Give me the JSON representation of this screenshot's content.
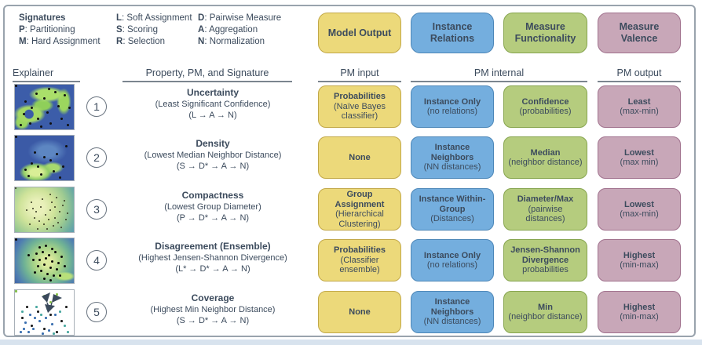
{
  "colors": {
    "model_output": "#ecd97a",
    "instance_relations": "#74aede",
    "measure_functionality": "#b5cc7e",
    "measure_valence": "#c8a7b8",
    "text": "#3c4b5d"
  },
  "legend": {
    "title": "Signatures",
    "colA": [
      {
        "k": "P",
        "t": ": Partitioning"
      },
      {
        "k": "M",
        "t": ": Hard Assignment"
      }
    ],
    "colB": [
      {
        "k": "L",
        "t": ": Soft Assignment"
      },
      {
        "k": "S",
        "t": ": Scoring"
      },
      {
        "k": "R",
        "t": ": Selection"
      }
    ],
    "colC": [
      {
        "k": "D",
        "t": ": Pairwise Measure"
      },
      {
        "k": "A",
        "t": ": Aggregation"
      },
      {
        "k": "N",
        "t": ": Normalization"
      }
    ]
  },
  "categories": [
    {
      "label": "Model Output"
    },
    {
      "label": "Instance Relations"
    },
    {
      "label": "Measure Functionality"
    },
    {
      "label": "Measure Valence"
    }
  ],
  "column_headers": {
    "explainer": "Explainer",
    "property": "Property, PM, and Signature",
    "pm_input": "PM input",
    "pm_internal": "PM internal",
    "pm_output": "PM output"
  },
  "thumbnails": [
    "uncertainty-density-heatmap",
    "density-heatmap",
    "compactness-scatter-heatmap",
    "ensemble-disagreement-heatmap",
    "coverage-scatter-with-arrows"
  ],
  "rows": [
    {
      "num": "1",
      "property": "Uncertainty",
      "detail": "(Least Significant Confidence)",
      "signature": "(L → A → N)",
      "cells": {
        "model_output": {
          "title": "Probabilities",
          "sub": "(Naïve Bayes classifier)"
        },
        "instance_relations": {
          "title": "Instance Only",
          "sub": "(no relations)"
        },
        "measure_functionality": {
          "title": "Confidence",
          "sub": "(probabilities)"
        },
        "measure_valence": {
          "title": "Least",
          "sub": "(max-min)"
        }
      }
    },
    {
      "num": "2",
      "property": "Density",
      "detail": "(Lowest Median Neighbor Distance)",
      "signature": "(S → D* → A → N)",
      "cells": {
        "model_output": {
          "title": "None",
          "sub": ""
        },
        "instance_relations": {
          "title": "Instance Neighbors",
          "sub": "(NN distances)"
        },
        "measure_functionality": {
          "title": "Median",
          "sub": "(neighbor distance)"
        },
        "measure_valence": {
          "title": "Lowest",
          "sub": "(max min)"
        }
      }
    },
    {
      "num": "3",
      "property": "Compactness",
      "detail": "(Lowest Group Diameter)",
      "signature": "(P → D* → A → N)",
      "cells": {
        "model_output": {
          "title": "Group Assignment",
          "sub": "(Hierarchical Clustering)"
        },
        "instance_relations": {
          "title": "Instance Within-Group",
          "sub": "(Distances)"
        },
        "measure_functionality": {
          "title": "Diameter/Max",
          "sub": "(pairwise distances)"
        },
        "measure_valence": {
          "title": "Lowest",
          "sub": "(max-min)"
        }
      }
    },
    {
      "num": "4",
      "property": "Disagreement (Ensemble)",
      "detail": "(Highest Jensen-Shannon Divergence)",
      "signature": "(L* → D* → A → N)",
      "cells": {
        "model_output": {
          "title": "Probabilities",
          "sub": "(Classifier ensemble)"
        },
        "instance_relations": {
          "title": "Instance Only",
          "sub": "(no relations)"
        },
        "measure_functionality": {
          "title": "Jensen-Shannon Divergence",
          "sub": "probabilities"
        },
        "measure_valence": {
          "title": "Highest",
          "sub": "(min-max)"
        }
      }
    },
    {
      "num": "5",
      "property": "Coverage",
      "detail": "(Highest Min Neighbor Distance)",
      "signature": "(S → D* → A → N)",
      "cells": {
        "model_output": {
          "title": "None",
          "sub": ""
        },
        "instance_relations": {
          "title": "Instance Neighbors",
          "sub": "(NN distances)"
        },
        "measure_functionality": {
          "title": "Min",
          "sub": "(neighbor distance)"
        },
        "measure_valence": {
          "title": "Highest",
          "sub": "(min-max)"
        }
      }
    }
  ]
}
